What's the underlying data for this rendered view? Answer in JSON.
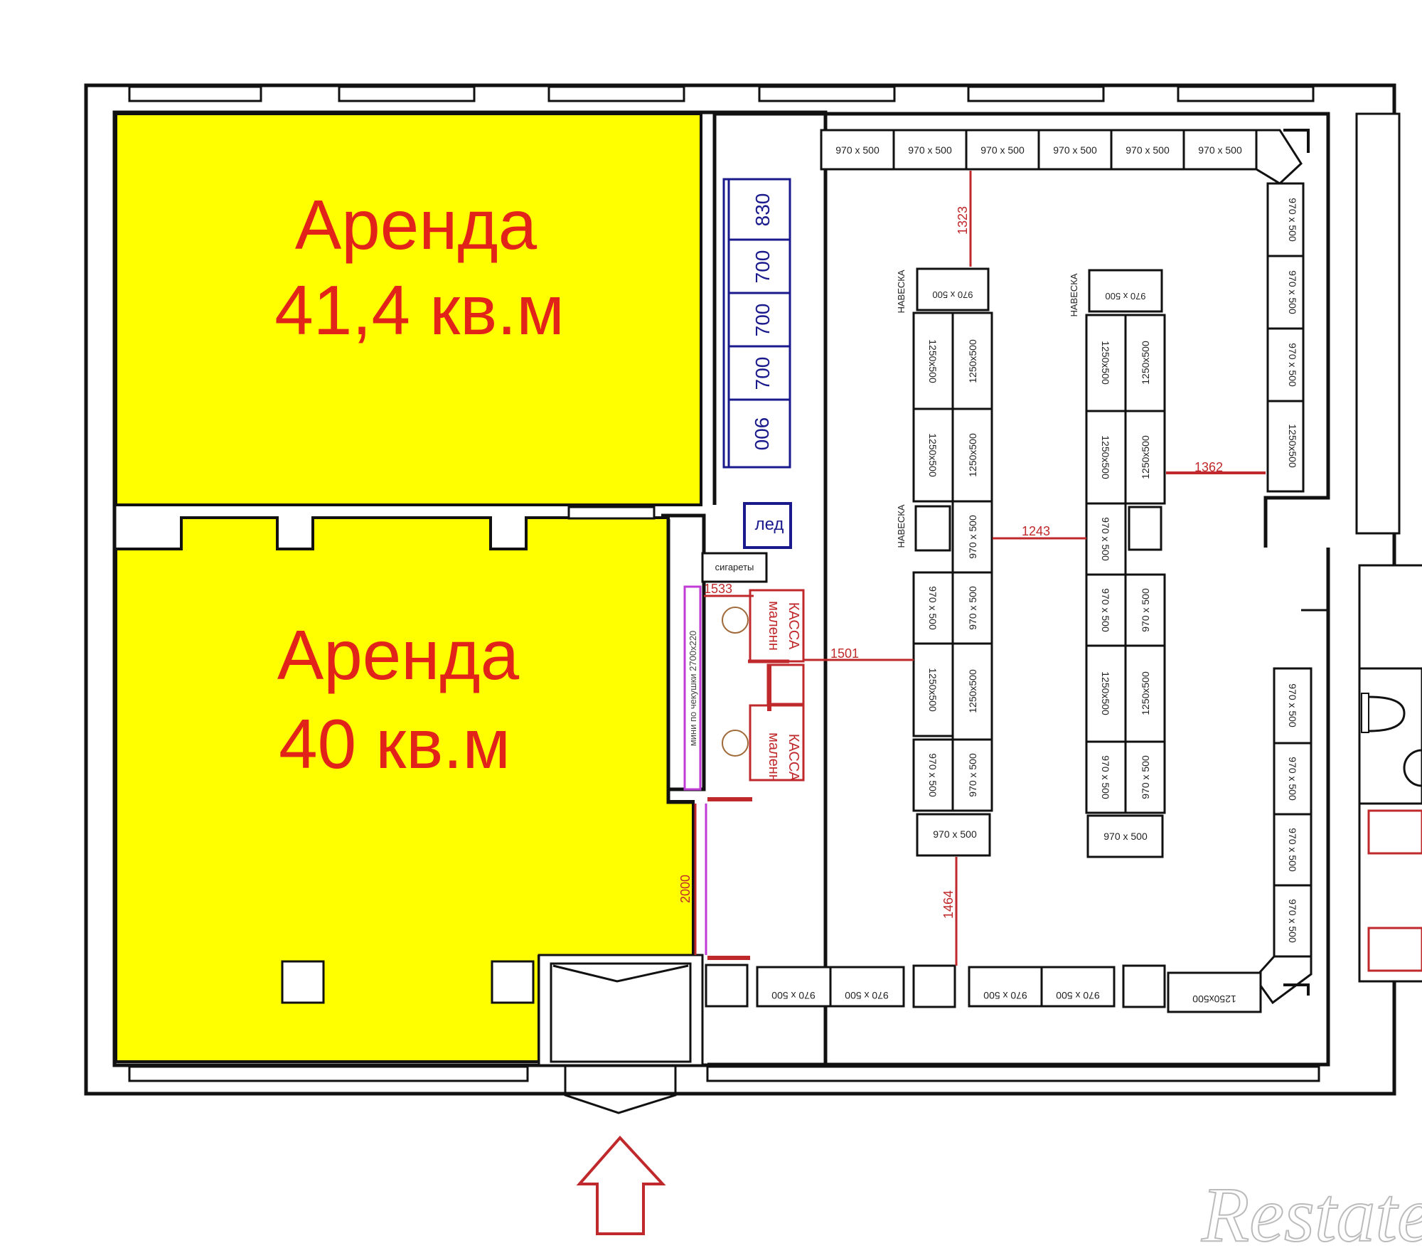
{
  "rentals": [
    {
      "line1": "Аренда",
      "line2": "41,4 кв.м",
      "color": "#ffff00"
    },
    {
      "line1": "Аренда",
      "line2": "40 кв.м",
      "color": "#ffff00"
    }
  ],
  "top_shelves": [
    "970 x 500",
    "970 x 500",
    "970 x 500",
    "970 x 500",
    "970 x 500",
    "970 x 500"
  ],
  "right_top_shelves": [
    "970 x 500",
    "970 x 500",
    "970 x 500",
    "1250x500"
  ],
  "right_bottom_shelves": [
    "970 x 500",
    "970 x 500",
    "970 x 500",
    "970 x 500"
  ],
  "bottom_shelves": [
    "970 x 500",
    "970 x 500",
    "970 x 500",
    "970 x 500",
    "1250x500"
  ],
  "island1": {
    "cap_top": "970 x 500",
    "left": [
      "1250x500",
      "1250x500",
      "970 x 500",
      "1250x500",
      "970 x 500"
    ],
    "right": [
      "1250x500",
      "1250x500",
      "970 x 500",
      "970 x 500",
      "1250x500",
      "970 x 500"
    ],
    "cap_bottom": "970 x 500",
    "hang1": "НАВЕСКА",
    "hang2": "НАВЕСКА"
  },
  "island2": {
    "cap_top": "970 x 500",
    "left": [
      "1250x500",
      "1250x500",
      "970 x 500",
      "970 x 500",
      "1250x500",
      "970 x 500"
    ],
    "right": [
      "1250x500",
      "1250x500",
      "970 x 500",
      "1250x500",
      "970 x 500"
    ],
    "cap_bottom": "970 x 500",
    "hang1": "НАВЕСКА"
  },
  "blue_units": [
    "830",
    "700",
    "700",
    "700",
    "900"
  ],
  "led": "лед",
  "cigarettes": "сигареты",
  "kassa": [
    {
      "label": "КАССА",
      "sub": "маленн"
    },
    {
      "label": "КАССА",
      "sub": "маленн"
    }
  ],
  "pink_unit": "мини по чекушки 2700х220",
  "dimensions": {
    "d1323": "1323",
    "d1362": "1362",
    "d1243": "1243",
    "d1501": "1501",
    "d1533": "1533",
    "d2000": "2000",
    "d1464": "1464"
  },
  "watermark": "Restate",
  "colors": {
    "rent": "#ffff00",
    "rent_text": "#e2231a",
    "dims": "#c0292b",
    "blue": "#1a1a8c",
    "pink": "#c03bd6",
    "arrow": "#c0292b"
  }
}
